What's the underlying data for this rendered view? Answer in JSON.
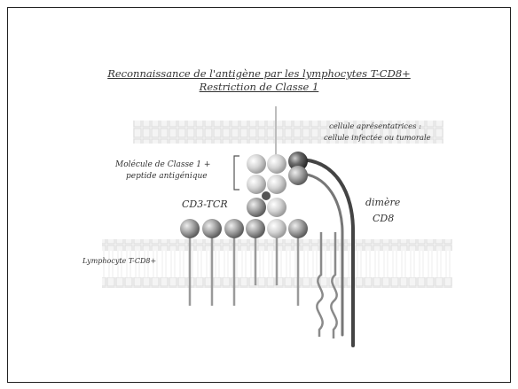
{
  "title": {
    "line1": "Reconnaissance de l'antigène par les lymphocytes T-CD8+",
    "line2": "Restriction de Classe 1"
  },
  "labels": {
    "apc_line1": "cellule aprésentatrices :",
    "apc_line2": "cellule infectée ou tumorale",
    "mhc_line1": "Molécule de Classe 1 +",
    "mhc_line2": "peptide antigénique",
    "cd3tcr": "CD3-TCR",
    "dimer_line1": "dimère",
    "dimer_line2": "CD8",
    "lymphocyte": "Lymphocyte T-CD8+"
  },
  "colors": {
    "membrane": "#e2e2e2",
    "sphere_light": "#d6d6d6",
    "sphere_mid": "#a6a6a6",
    "sphere_dark": "#555555",
    "stalk": "#9a9a9a"
  }
}
